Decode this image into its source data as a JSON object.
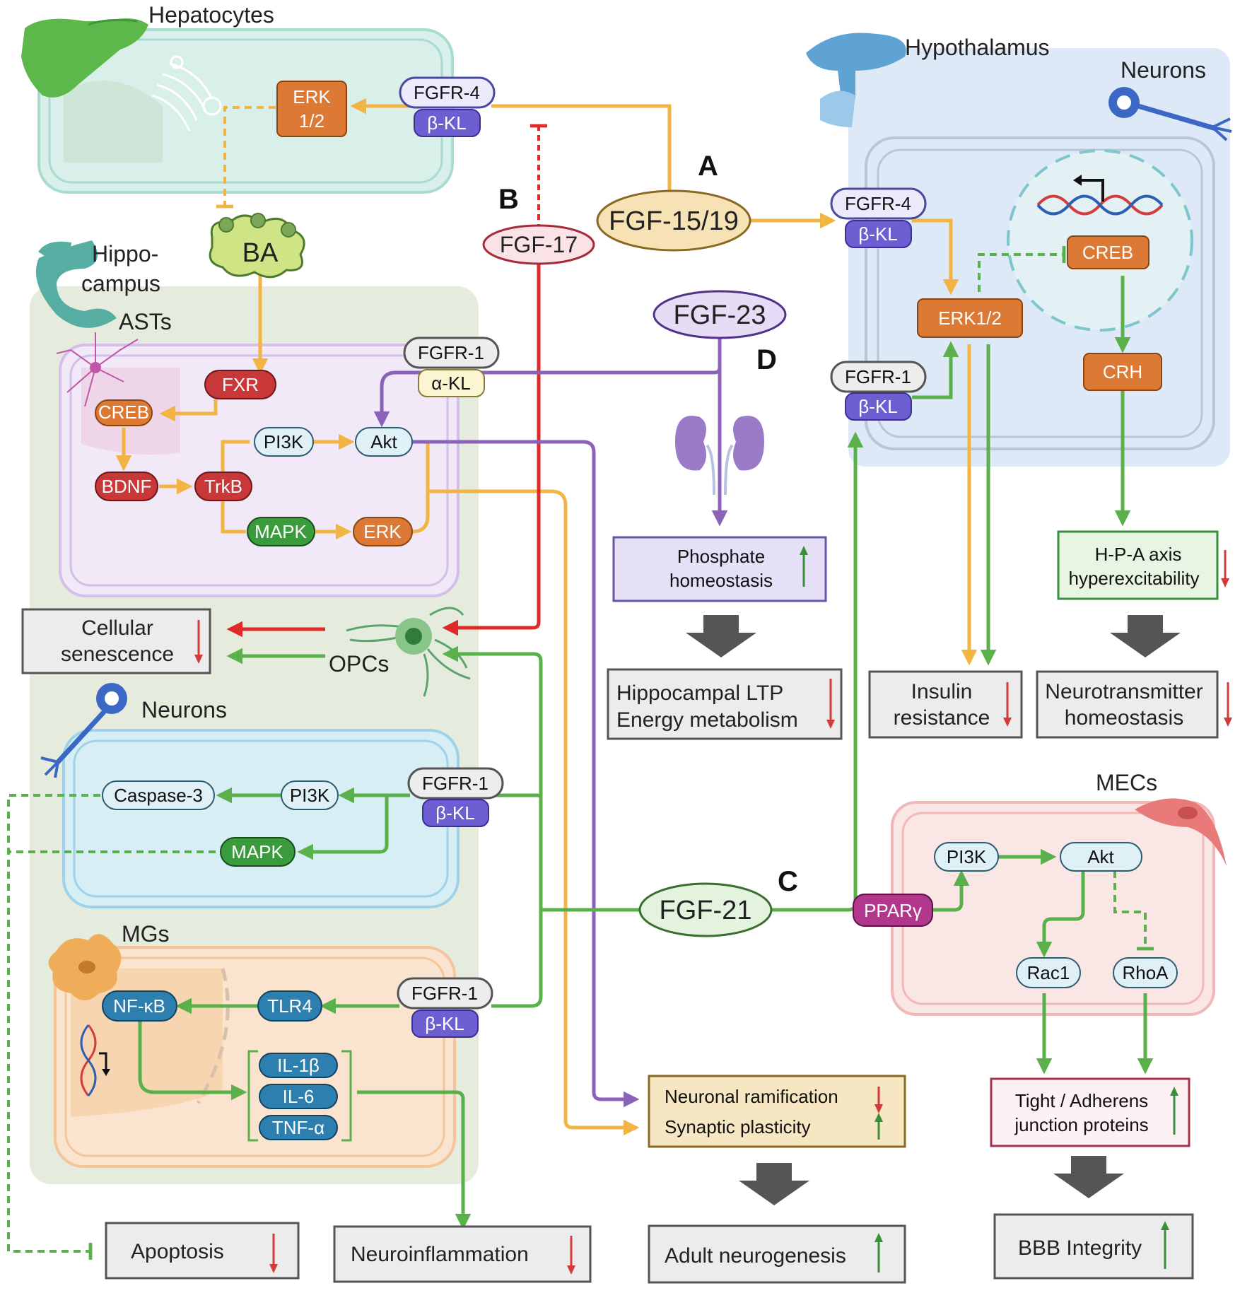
{
  "colors": {
    "orange_path": "#f2b544",
    "green_path": "#5ab04a",
    "purple_path": "#8a62b8",
    "red_path": "#e02a2a",
    "pill_orange": "#dc7a35",
    "pill_red": "#c93838",
    "pill_green": "#3a9b3c",
    "pill_blue": "#2d7fb0",
    "pill_klotho": "#6d5fd2",
    "pill_magenta": "#b1378c",
    "arrow_up": "#3a8f3a",
    "arrow_down": "#d33a3a"
  },
  "regions": {
    "hepatocytes": "Hepatocytes",
    "hypothalamus": "Hypothalamus",
    "hypo_neurons": "Neurons",
    "hippocampus": "Hippo-\ncampus",
    "asts": "ASTs",
    "hip_neurons": "Neurons",
    "mgs": "MGs",
    "mecs": "MECs",
    "opcs": "OPCs"
  },
  "letters": {
    "a": "A",
    "b": "B",
    "c": "C",
    "d": "D"
  },
  "ligands": {
    "fgf1519": "FGF-15/19",
    "fgf17": "FGF-17",
    "fgf23": "FGF-23",
    "fgf21": "FGF-21",
    "ba": "BA"
  },
  "receptors": {
    "fgfr4": "FGFR-4",
    "fgfr1": "FGFR-1",
    "bkl": "β-KL",
    "akl": "α-KL"
  },
  "molecules": {
    "erk12_hep": "ERK\n1/2",
    "fxr": "FXR",
    "creb_ast": "CREB",
    "bdnf": "BDNF",
    "trkb": "TrkB",
    "pi3k": "PI3K",
    "akt": "Akt",
    "mapk": "MAPK",
    "erk": "ERK",
    "creb": "CREB",
    "erk12": "ERK1/2",
    "crh": "CRH",
    "caspase3": "Caspase-3",
    "nfkb": "NF-κB",
    "tlr4": "TLR4",
    "il1b": "IL-1β",
    "il6": "IL-6",
    "tnfa": "TNF-α",
    "ppary": "PPARγ",
    "rac1": "Rac1",
    "rhoa": "RhoA"
  },
  "outcomes": {
    "phosphate": "Phosphate\nhomeostasis",
    "hippocampal": "Hippocampal  LTP\nEnergy metabolism",
    "hpa": "H-P-A axis\nhyperexcitability",
    "insulin": "Insulin\nresistance",
    "neurotransmitter": "Neurotransmitter\nhomeostasis",
    "senescence": "Cellular\nsenescence",
    "neuronal": "Neuronal ramification",
    "synaptic": "Synaptic plasticity",
    "adult_neuro": "Adult neurogenesis",
    "tight": "Tight / Adherens\njunction proteins",
    "bbb": "BBB Integrity",
    "apoptosis": "Apoptosis",
    "neuroinflammation": "Neuroinflammation"
  }
}
